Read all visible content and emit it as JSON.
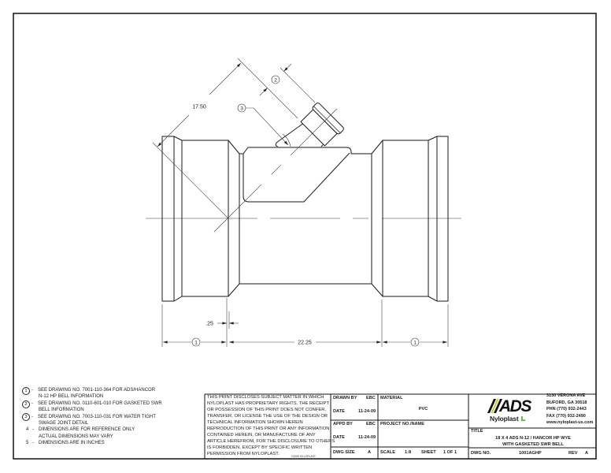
{
  "drawing": {
    "dimensions": {
      "branch_length": "17.50",
      "spigot_offset": ".25",
      "body_length": "22.25"
    },
    "callouts": {
      "bell_left": "1",
      "bell_right": "1",
      "gasketed_bell": "2",
      "swage_joint": "3"
    }
  },
  "notes_separator": "-",
  "notes": [
    {
      "marker": "1",
      "circled": true,
      "lines": [
        "SEE DRAWING NO. 7001-110-364 FOR ADS/HANCOR",
        "N-12 HP BELL INFORMATION"
      ]
    },
    {
      "marker": "2",
      "circled": true,
      "lines": [
        "SEE DRAWING NO. 0110-601-010 FOR GASKETED SWR",
        "BELL INFORMATION"
      ]
    },
    {
      "marker": "3",
      "circled": true,
      "lines": [
        "SEE DRAWING NO. 7003-110-031 FOR WATER TIGHT",
        "SWAGE JOINT DETAIL"
      ]
    },
    {
      "marker": "4",
      "circled": false,
      "lines": [
        "DIMENSIONS ARE FOR REFERENCE ONLY",
        "ACTUAL DIMENSIONS MAY VARY"
      ]
    },
    {
      "marker": "5",
      "circled": false,
      "lines": [
        "DIMENSIONS ARE IN INCHES"
      ]
    }
  ],
  "title_block": {
    "disclaimer": [
      "THIS PRINT DISCLOSES SUBJECT MATTER IN WHICH",
      "NYLOPLAST HAS PROPRIETARY RIGHTS.  THE RECEIPT",
      "OR POSSESSION OF THIS PRINT DOES NOT CONFER,",
      "TRANSFER, OR LICENSE THE USE OF THE DESIGN OR",
      "TECHNICAL INFORMATION SHOWN HEREIN",
      "REPRODUCTION OF THIS PRINT OR ANY INFORMATION",
      "CONTAINED HEREIN, OR MANUFACTURE OF ANY",
      "ARTICLE HEREFROM, FOR THE DISCLOSURE TO OTHERS",
      "IS FORBIDDEN, EXCEPT BY SPECIFIC WRITTEN",
      "PERMISSION FROM NYLOPLAST."
    ],
    "copyright": "©2009 NYLOPLAST",
    "drawn_by": {
      "label": "DRAWN BY",
      "value": "EBC"
    },
    "drawn_date": {
      "label": "DATE",
      "value": "11-24-09"
    },
    "appd_by": {
      "label": "APPD BY",
      "value": "EBC"
    },
    "appd_date": {
      "label": "DATE",
      "value": "11-24-09"
    },
    "dwg_size": {
      "label": "DWG SIZE",
      "value": "A"
    },
    "material": {
      "label": "MATERIAL",
      "value": "PVC"
    },
    "project": {
      "label": "PROJECT NO./NAME",
      "value": ""
    },
    "scale": {
      "label": "SCALE",
      "value": "1:8"
    },
    "sheet": {
      "label": "SHEET",
      "value": "1 OF 1"
    },
    "logo": {
      "brand": "ADS",
      "sub": "Nyloplast"
    },
    "address": [
      "3130 VERONA AVE",
      "BUFORD, GA 30518",
      "PHN (770) 932-2443",
      "FAX (770) 932-2490",
      "www.nyloplast-us.com"
    ],
    "title": {
      "label": "TITLE",
      "lines": [
        "18 X 4 ADS N-12 / HANCOR HP WYE",
        "WITH GASKETED SWR BELL"
      ]
    },
    "dwg_no": {
      "label": "DWG NO.",
      "value": "1001AGHP"
    },
    "rev": {
      "label": "REV",
      "value": "A"
    }
  },
  "colors": {
    "line": "#1a1a1a",
    "dimension_line": "#444444",
    "logo_accent": "#b9c62c",
    "logo_icon": "#5cb347"
  }
}
